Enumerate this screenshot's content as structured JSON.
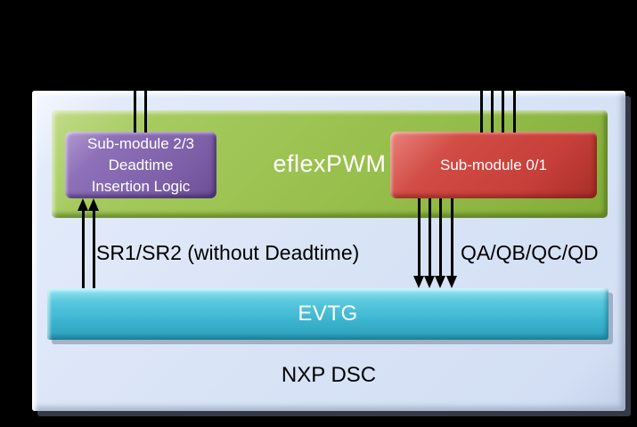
{
  "scene": {
    "background_color": "#000000",
    "arrow_color": "#000000"
  },
  "diagram": {
    "chip": {
      "label": "NXP DSC",
      "fill": "#d8e3f6"
    },
    "eflexpwm": {
      "label": "eflexPWM",
      "fill": "#96be4a",
      "text_color": "#ffffff"
    },
    "submodule23": {
      "line1": "Sub-module 2/3",
      "line2": "Deadtime",
      "line3": "Insertion Logic",
      "fill": "#7d5fa7",
      "text_color": "#ffffff"
    },
    "submodule01": {
      "label": "Sub-module 0/1",
      "fill": "#c63f39",
      "text_color": "#ffffff"
    },
    "evtg": {
      "label": "EVTG",
      "fill": "#3db5d0",
      "text_color": "#ffffff"
    },
    "signals": {
      "sr_label": "SR1/SR2 (without Deadtime)",
      "q_label": "QA/QB/QC/QD"
    }
  }
}
